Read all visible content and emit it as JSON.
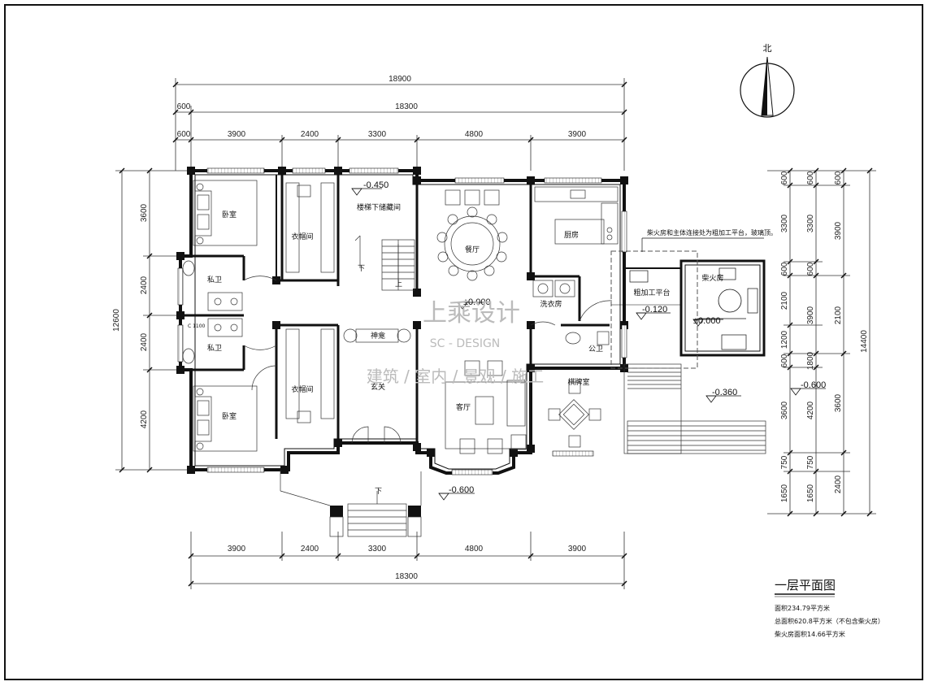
{
  "compass": {
    "label": "北"
  },
  "dims_top_outer": {
    "total": "18900",
    "sub_total": "18300",
    "offset_a": "600",
    "offset_b": "600"
  },
  "dims_top": [
    "3900",
    "2400",
    "3300",
    "4800",
    "3900"
  ],
  "dims_bottom": [
    "3900",
    "2400",
    "3300",
    "4800",
    "3900"
  ],
  "dims_bottom_total": "18300",
  "dims_left": [
    "3600",
    "2400",
    "2400",
    "4200"
  ],
  "dims_left_total": "12600",
  "dims_right_col1": [
    "600",
    "3300",
    "600",
    "2100",
    "1200",
    "600",
    "3600",
    "750",
    "1650"
  ],
  "dims_right_col2": [
    "600",
    "3300",
    "600",
    "3900",
    "1800",
    "4200",
    "750",
    "1650"
  ],
  "dims_right_col3": [
    "600",
    "3900",
    "2100",
    "3600",
    "2400"
  ],
  "dims_right_total": "14400",
  "rooms": {
    "bedroom_top": "卧室",
    "closet_top": "衣帽间",
    "stair_storage": "楼梯下储藏间",
    "dining": "餐厅",
    "kitchen": "厨房",
    "wood_room": "柴火房",
    "rough_platform": "粗加工平台",
    "bath_top": "私卫",
    "bath_bottom": "私卫",
    "laundry": "洗衣房",
    "public_wc": "公卫",
    "shrine": "神龛",
    "foyer": "玄关",
    "closet_bottom": "衣帽间",
    "living": "客厅",
    "mahjong": "棋牌室",
    "bedroom_bottom": "卧室"
  },
  "levels": {
    "stair": "-0.450",
    "main": "±0.000",
    "platform": "-0.120",
    "wood": "±0.000",
    "yard": "-0.360",
    "side": "-0.600",
    "entry": "-0.600"
  },
  "stair_marks": {
    "down": "下",
    "up": "上",
    "entry_down": "下"
  },
  "window_tag": "C 1100",
  "annotation": "柴火房和主体连接处为粗加工平台，玻璃顶。",
  "watermark": {
    "brand": "上乘设计",
    "latin": "SC - DESIGN",
    "services": "建筑 / 室内 / 景观 / 施工"
  },
  "legend": {
    "title": "一层平面图",
    "area": "面积234.79平方米",
    "total_area": "总面积620.8平方米（不包含柴火房）",
    "wood_area": "柴火房面积14.66平方米"
  }
}
